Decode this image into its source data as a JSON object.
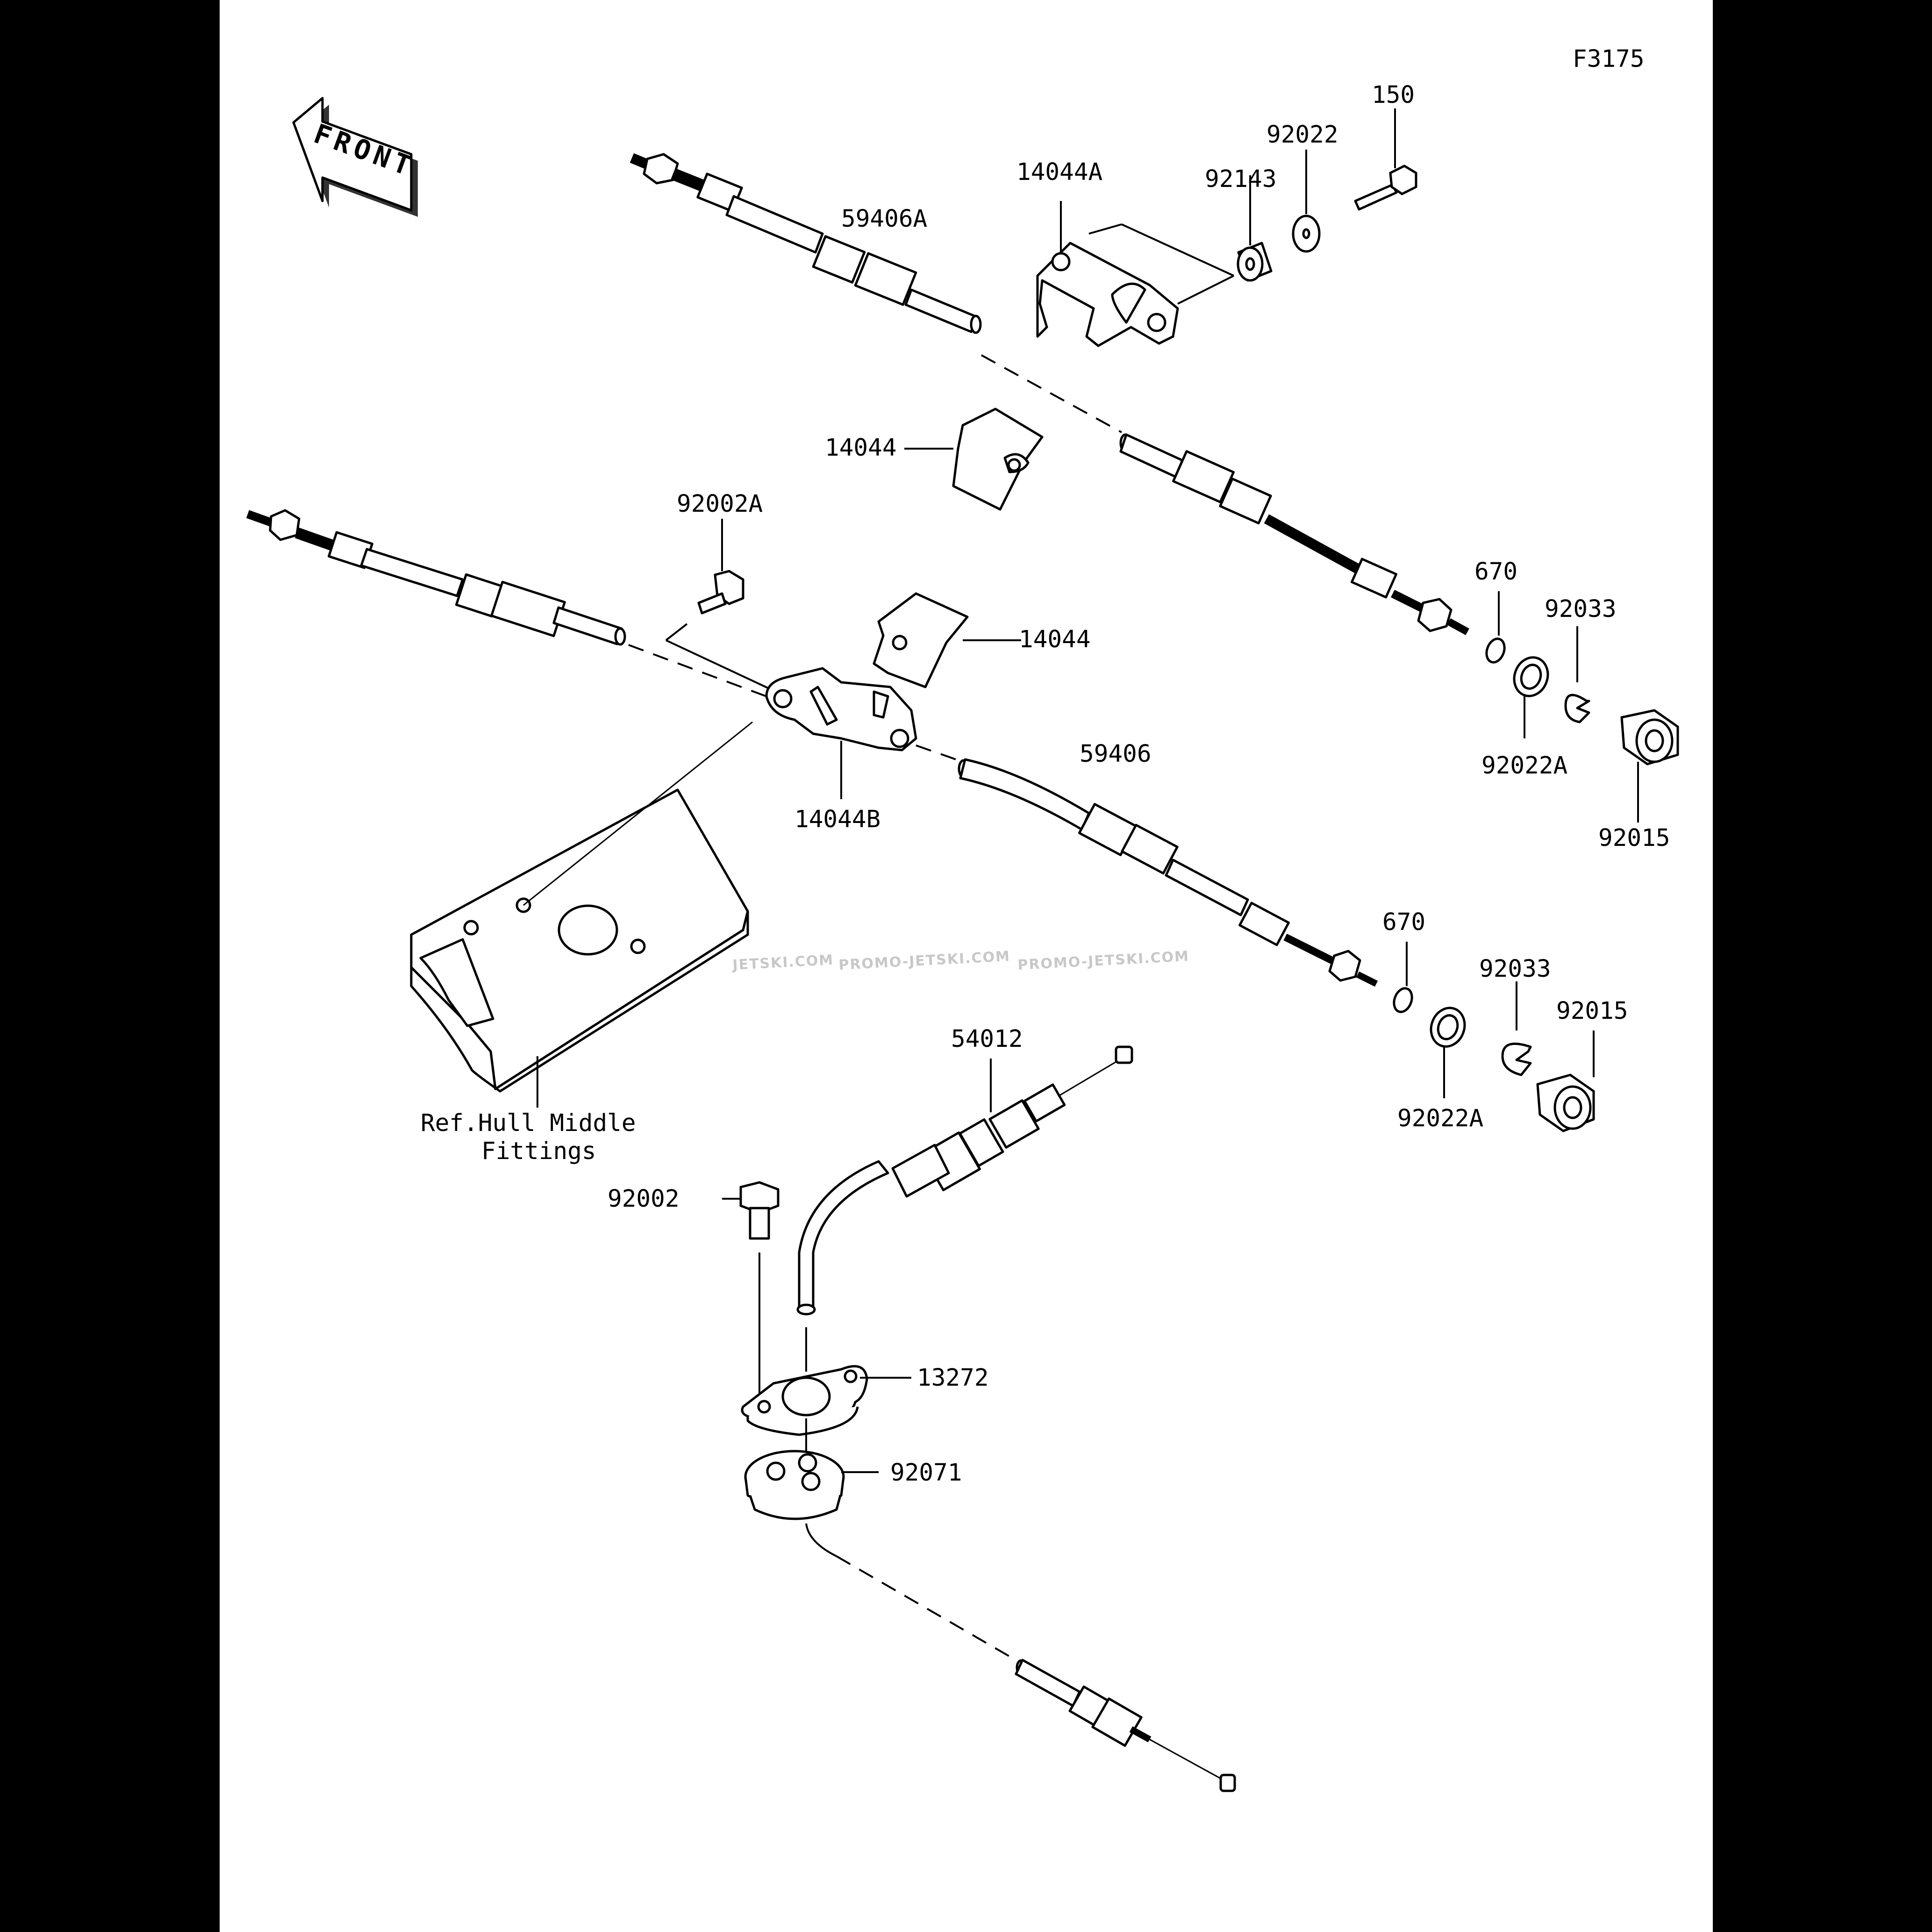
{
  "figure_code": "F3175",
  "front_arrow_label": "FRONT",
  "reference_note": {
    "line1": "Ref.Hull Middle",
    "line2": "Fittings"
  },
  "watermark": {
    "part1": "JETSKI.COM",
    "part2": "PROMO-JETSKI.COM",
    "part3": "PROMO-JETSKI.COM"
  },
  "parts": {
    "p150": "150",
    "p92022": "92022",
    "p14044A": "14044A",
    "p92143": "92143",
    "p59406A": "59406A",
    "p14044_upper": "14044",
    "p92002A": "92002A",
    "p14044_lower": "14044",
    "p670_upper": "670",
    "p92033_upper": "92033",
    "p92022A_upper": "92022A",
    "p92015_upper": "92015",
    "p59406": "59406",
    "p14044B": "14044B",
    "p670_lower": "670",
    "p92033_lower": "92033",
    "p92015_lower": "92015",
    "p92022A_lower": "92022A",
    "p54012": "54012",
    "p92002": "92002",
    "p13272": "13272",
    "p92071": "92071"
  },
  "colors": {
    "background": "#000000",
    "sheet": "#ffffff",
    "ink": "#000000",
    "watermark": "#c8c8c8"
  }
}
